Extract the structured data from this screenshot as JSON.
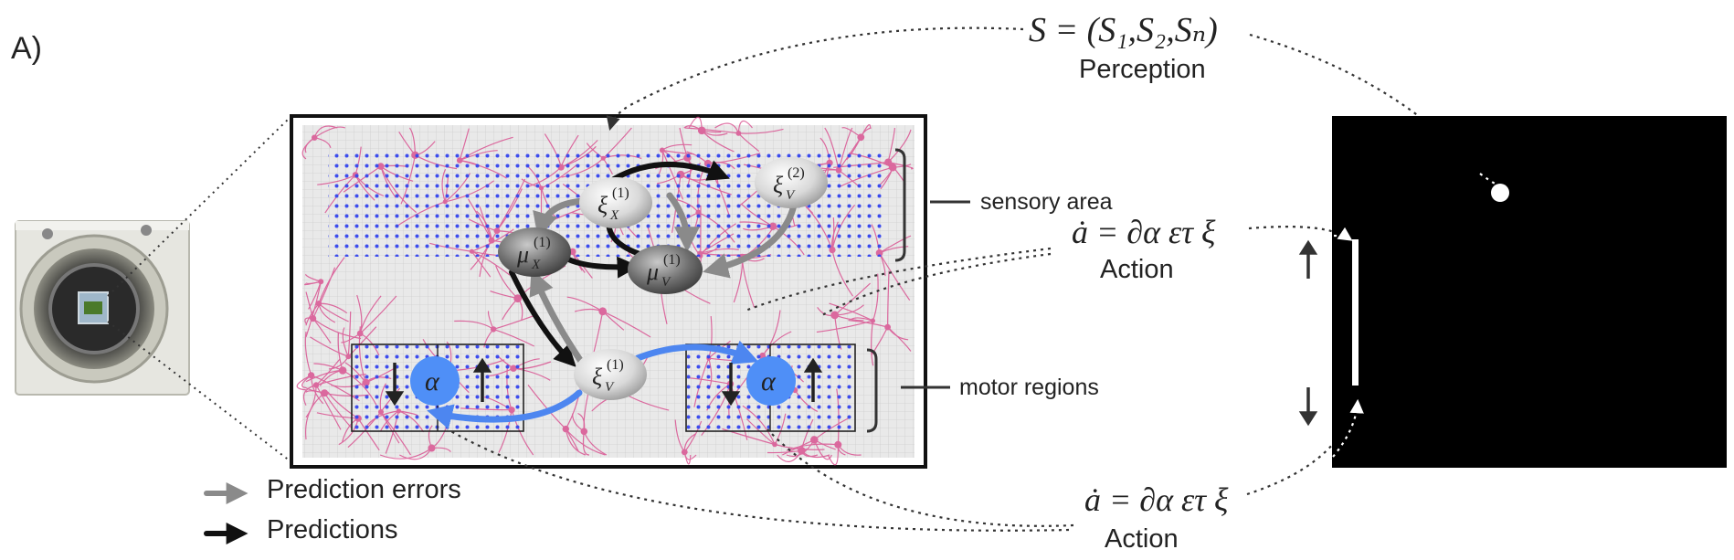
{
  "panel_label": "A)",
  "perception": {
    "equation": "S = (S₁,S₂,Sₙ)",
    "label": "Perception"
  },
  "sensory_area_label": "sensory area",
  "motor_regions_label": "motor regions",
  "action_upper": {
    "equation": "ȧ = ∂α ετ ξ",
    "label": "Action"
  },
  "action_lower": {
    "equation": "ȧ = ∂α ετ ξ",
    "label": "Action"
  },
  "legend": {
    "prediction_errors": "Prediction errors",
    "predictions": "Predictions"
  },
  "nodes": {
    "xi_x1": "ξX(1)",
    "xi_v2": "ξV(2)",
    "mu_x1": "μX(1)",
    "mu_v1": "μV(1)",
    "xi_v1": "ξV(1)",
    "alpha_left": "α",
    "alpha_right": "α"
  },
  "colors": {
    "prediction_error_arrow": "#8a8a8a",
    "prediction_arrow": "#111111",
    "motor_arrow": "#4d86f0",
    "alpha_node": "#4f8ff7",
    "electrode_dots": "#3344ee",
    "neurons": "#d84a8c",
    "game_screen": "#000000"
  }
}
